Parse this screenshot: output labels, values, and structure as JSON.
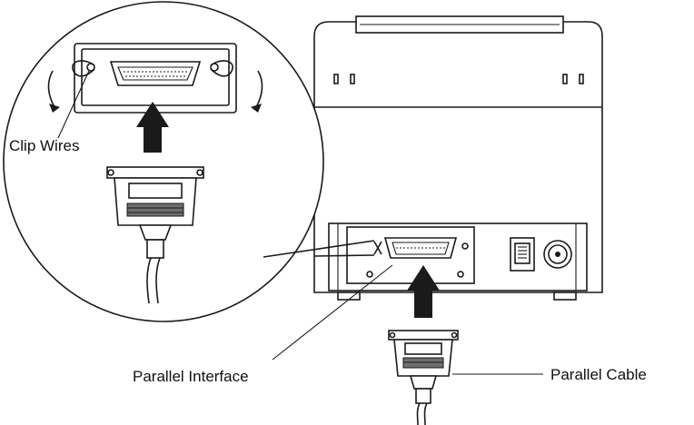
{
  "labels": {
    "clip_wires": "Clip Wires",
    "parallel_interface": "Parallel Interface",
    "parallel_cable": "Parallel Cable"
  },
  "colors": {
    "line": "#1a1a1a",
    "background": "#ffffff",
    "grill": "#6e6e6e"
  }
}
